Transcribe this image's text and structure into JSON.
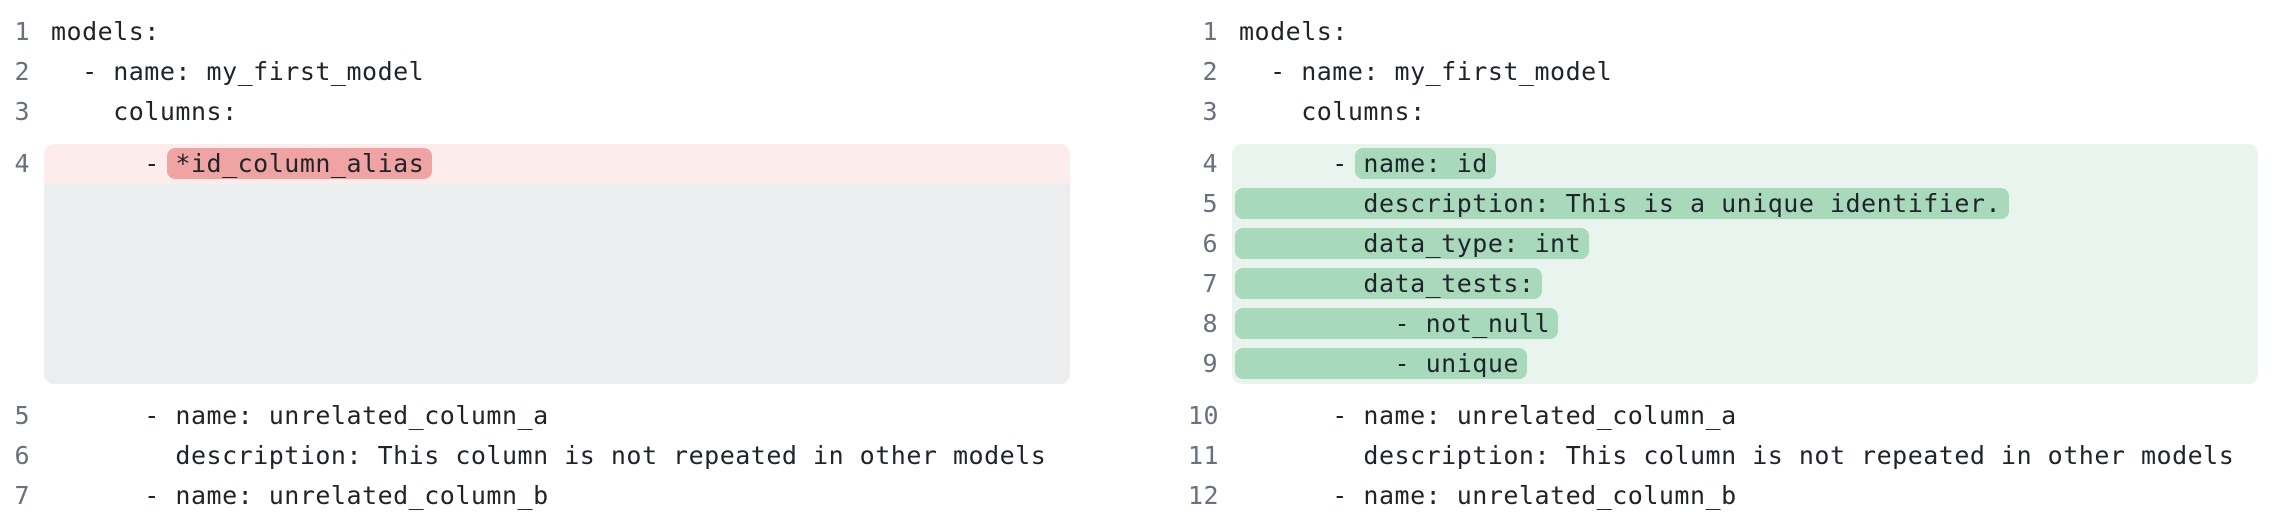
{
  "colors": {
    "removed_line_bg": "#fdecec",
    "removed_word_bg": "#f0a3a3",
    "added_line_bg": "#eaf4ee",
    "added_word_bg": "#a8d9bb",
    "collapsed_filler_bg": "#ecedef",
    "line_number_color": "#69707e",
    "code_text_color": "#1f242b",
    "page_bg": "#ffffff"
  },
  "diff": {
    "left": {
      "side": "before",
      "segments": [
        {
          "type": "plain",
          "lines": [
            {
              "num": "1",
              "text": "models:"
            },
            {
              "num": "2",
              "text": "  - name: my_first_model"
            },
            {
              "num": "3",
              "text": "    columns:"
            }
          ]
        },
        {
          "type": "removed",
          "lines": [
            {
              "num": "4",
              "pre": "      - ",
              "mark": "*id_column_alias",
              "post": ""
            },
            {
              "filler": true
            }
          ]
        },
        {
          "type": "plain",
          "lines": [
            {
              "num": "5",
              "text": "      - name: unrelated_column_a"
            },
            {
              "num": "6",
              "text": "        description: This column is not repeated in other models"
            },
            {
              "num": "7",
              "text": "      - name: unrelated_column_b"
            }
          ]
        }
      ]
    },
    "right": {
      "side": "after",
      "segments": [
        {
          "type": "plain",
          "lines": [
            {
              "num": "1",
              "text": "models:"
            },
            {
              "num": "2",
              "text": "  - name: my_first_model"
            },
            {
              "num": "3",
              "text": "    columns:"
            }
          ]
        },
        {
          "type": "added",
          "lines": [
            {
              "num": "4",
              "pre": "      - ",
              "mark": "name: id",
              "post": ""
            },
            {
              "num": "5",
              "pre": "",
              "mark": "        description: This is a unique identifier.",
              "post": "",
              "full": true
            },
            {
              "num": "6",
              "pre": "",
              "mark": "        data_type: int",
              "post": "",
              "full": true
            },
            {
              "num": "7",
              "pre": "",
              "mark": "        data_tests:",
              "post": "",
              "full": true
            },
            {
              "num": "8",
              "pre": "",
              "mark": "          - not_null",
              "post": "",
              "full": true
            },
            {
              "num": "9",
              "pre": "",
              "mark": "          - unique",
              "post": "",
              "full": true
            }
          ]
        },
        {
          "type": "plain",
          "lines": [
            {
              "num": "10",
              "text": "      - name: unrelated_column_a"
            },
            {
              "num": "11",
              "text": "        description: This column is not repeated in other models"
            },
            {
              "num": "12",
              "text": "      - name: unrelated_column_b"
            }
          ]
        }
      ]
    }
  }
}
